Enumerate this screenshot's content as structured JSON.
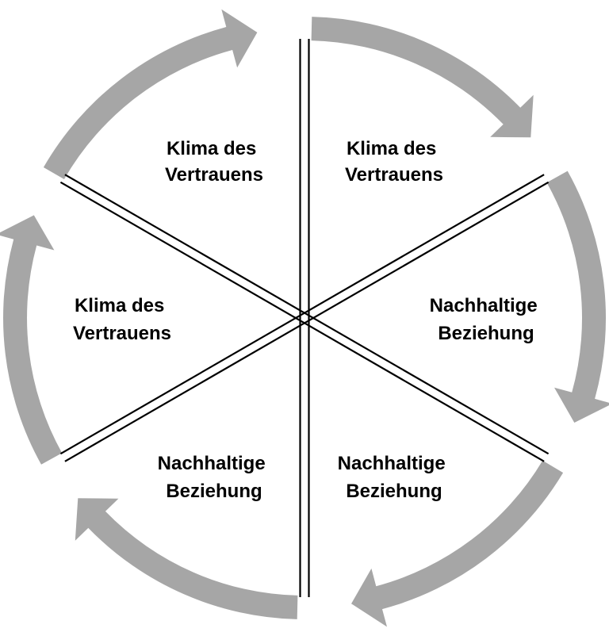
{
  "colors": {
    "arrow": "#a6a6a6",
    "divider": "#000000",
    "background": "#ffffff",
    "text": "#000000"
  },
  "segments": [
    {
      "line1": "Klima des",
      "line2": "Vertrauens"
    },
    {
      "line1": "Nachhaltige",
      "line2": "Beziehung"
    },
    {
      "line1": "Nachhaltige",
      "line2": "Beziehung"
    },
    {
      "line1": "Nachhaltige",
      "line2": "Beziehung"
    },
    {
      "line1": "Klima des",
      "line2": "Vertrauens"
    },
    {
      "line1": "Klima des",
      "line2": "Vertrauens"
    }
  ]
}
